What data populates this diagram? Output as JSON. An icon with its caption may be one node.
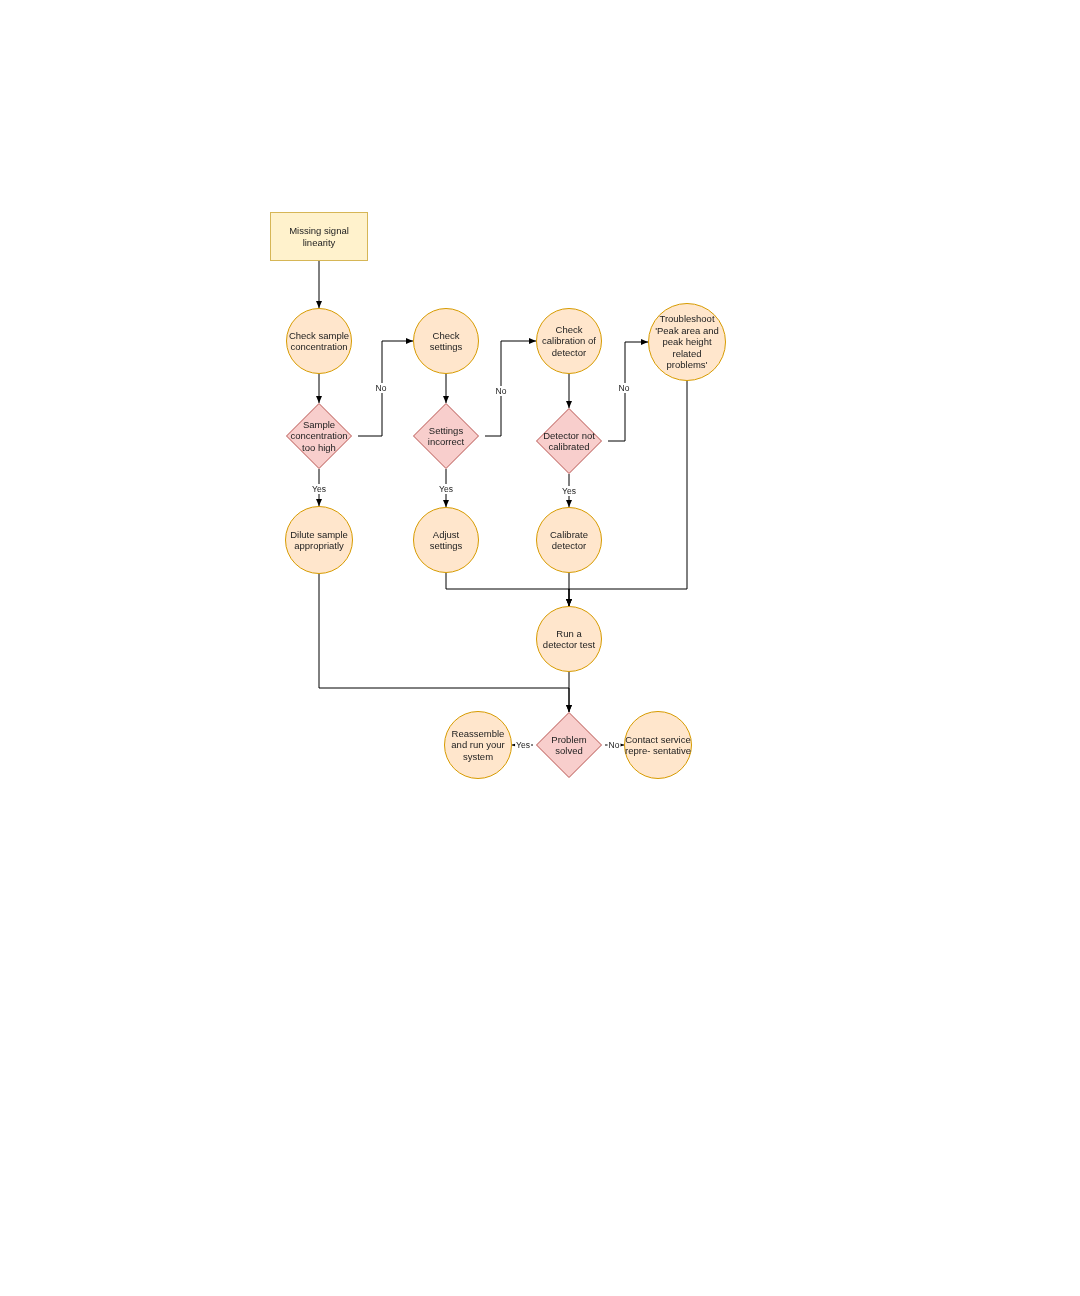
{
  "diagram": {
    "nodes": [
      {
        "text": [
          "Missing signal linearity"
        ]
      },
      {
        "text": [
          "Check sample concentration"
        ]
      },
      {
        "text": [
          "Check settings"
        ]
      },
      {
        "text": [
          "Check calibration of detector"
        ]
      },
      {
        "text": [
          "Troubleshoot 'Peak area and peak height related problems'"
        ]
      },
      {
        "text": [
          "Sample concentration too high"
        ]
      },
      {
        "text": [
          "Settings incorrect"
        ]
      },
      {
        "text": [
          "Detector not calibrated"
        ]
      },
      {
        "text": [
          "Dilute sample appropriatly"
        ]
      },
      {
        "text": [
          "Adjust settings"
        ]
      },
      {
        "text": [
          "Calibrate detector"
        ]
      },
      {
        "text": [
          "Run a detector test"
        ]
      },
      {
        "text": [
          "Problem solved"
        ]
      },
      {
        "text": [
          "Reassemble and run your system"
        ]
      },
      {
        "text": [
          "Contact service repre- sentative"
        ]
      }
    ],
    "edges": [
      {
        "from": 0,
        "to": 1,
        "arrow": "to"
      },
      {
        "from": 1,
        "to": 5,
        "arrow": "to"
      },
      {
        "from": 5,
        "to": 2,
        "arrow": "to",
        "label": "No"
      },
      {
        "from": 5,
        "to": 8,
        "arrow": "to",
        "label": "Yes"
      },
      {
        "from": 2,
        "to": 6,
        "arrow": "to"
      },
      {
        "from": 6,
        "to": 3,
        "arrow": "to",
        "label": "No"
      },
      {
        "from": 6,
        "to": 9,
        "arrow": "to",
        "label": "Yes"
      },
      {
        "from": 3,
        "to": 7,
        "arrow": "to"
      },
      {
        "from": 7,
        "to": 4,
        "arrow": "to",
        "label": "No"
      },
      {
        "from": 7,
        "to": 10,
        "arrow": "to",
        "label": "Yes"
      },
      {
        "from": 9,
        "to": 11,
        "arrow": "to"
      },
      {
        "from": 10,
        "to": 11,
        "arrow": "to"
      },
      {
        "from": 4,
        "to": 11,
        "arrow": "to"
      },
      {
        "from": 8,
        "to": 12,
        "arrow": "to"
      },
      {
        "from": 11,
        "to": 12,
        "arrow": "to"
      },
      {
        "from": 12,
        "to": 13,
        "arrow": "to",
        "label": "Yes"
      },
      {
        "from": 12,
        "to": 14,
        "arrow": "to",
        "label": "No"
      }
    ]
  }
}
